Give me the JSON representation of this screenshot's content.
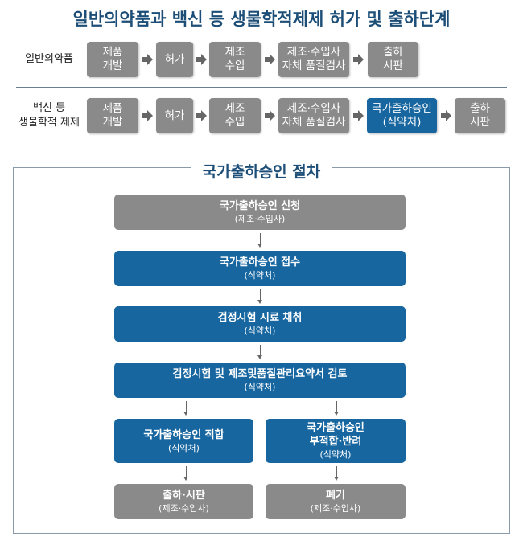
{
  "title": "일반의약품과 백신 등 생물학적제제 허가 및 출하단계",
  "rows": [
    {
      "label": "일반의약품",
      "steps": [
        "제품\n개발",
        "허가",
        "제조\n수입",
        "제조·수입사\n자체 품질검사",
        "출하\n시판"
      ]
    },
    {
      "label": "백신 등\n생물학적 제제",
      "steps": [
        "제품\n개발",
        "허가",
        "제조\n수입",
        "제조·수입사\n자체 품질검사",
        "국가출하승인\n(식약처)",
        "출하\n시판"
      ]
    }
  ],
  "procedure": {
    "title": "국가출하승인 절차",
    "steps": [
      {
        "main": "국가출하승인 신청",
        "sub": "(제조·수입사)"
      },
      {
        "main": "국가출하승인 접수",
        "sub": "(식약처)"
      },
      {
        "main": "검정시험 시료 채취",
        "sub": "(식약처)"
      },
      {
        "main": "검정시험 및 제조및품질관리요약서 검토",
        "sub": "(식약처)"
      },
      {
        "main": "국가출하승인 적합",
        "sub": "(식약처)"
      },
      {
        "main": "국가출하승인\n부적합·반려",
        "sub": "(식약처)"
      },
      {
        "main": "출하·시판",
        "sub": "(제조·수입사)"
      },
      {
        "main": "폐기",
        "sub": "(제조·수입사)"
      }
    ]
  },
  "colors": {
    "title": "#1c4e78",
    "gray": "#8a8a8a",
    "blue": "#1766a0"
  }
}
